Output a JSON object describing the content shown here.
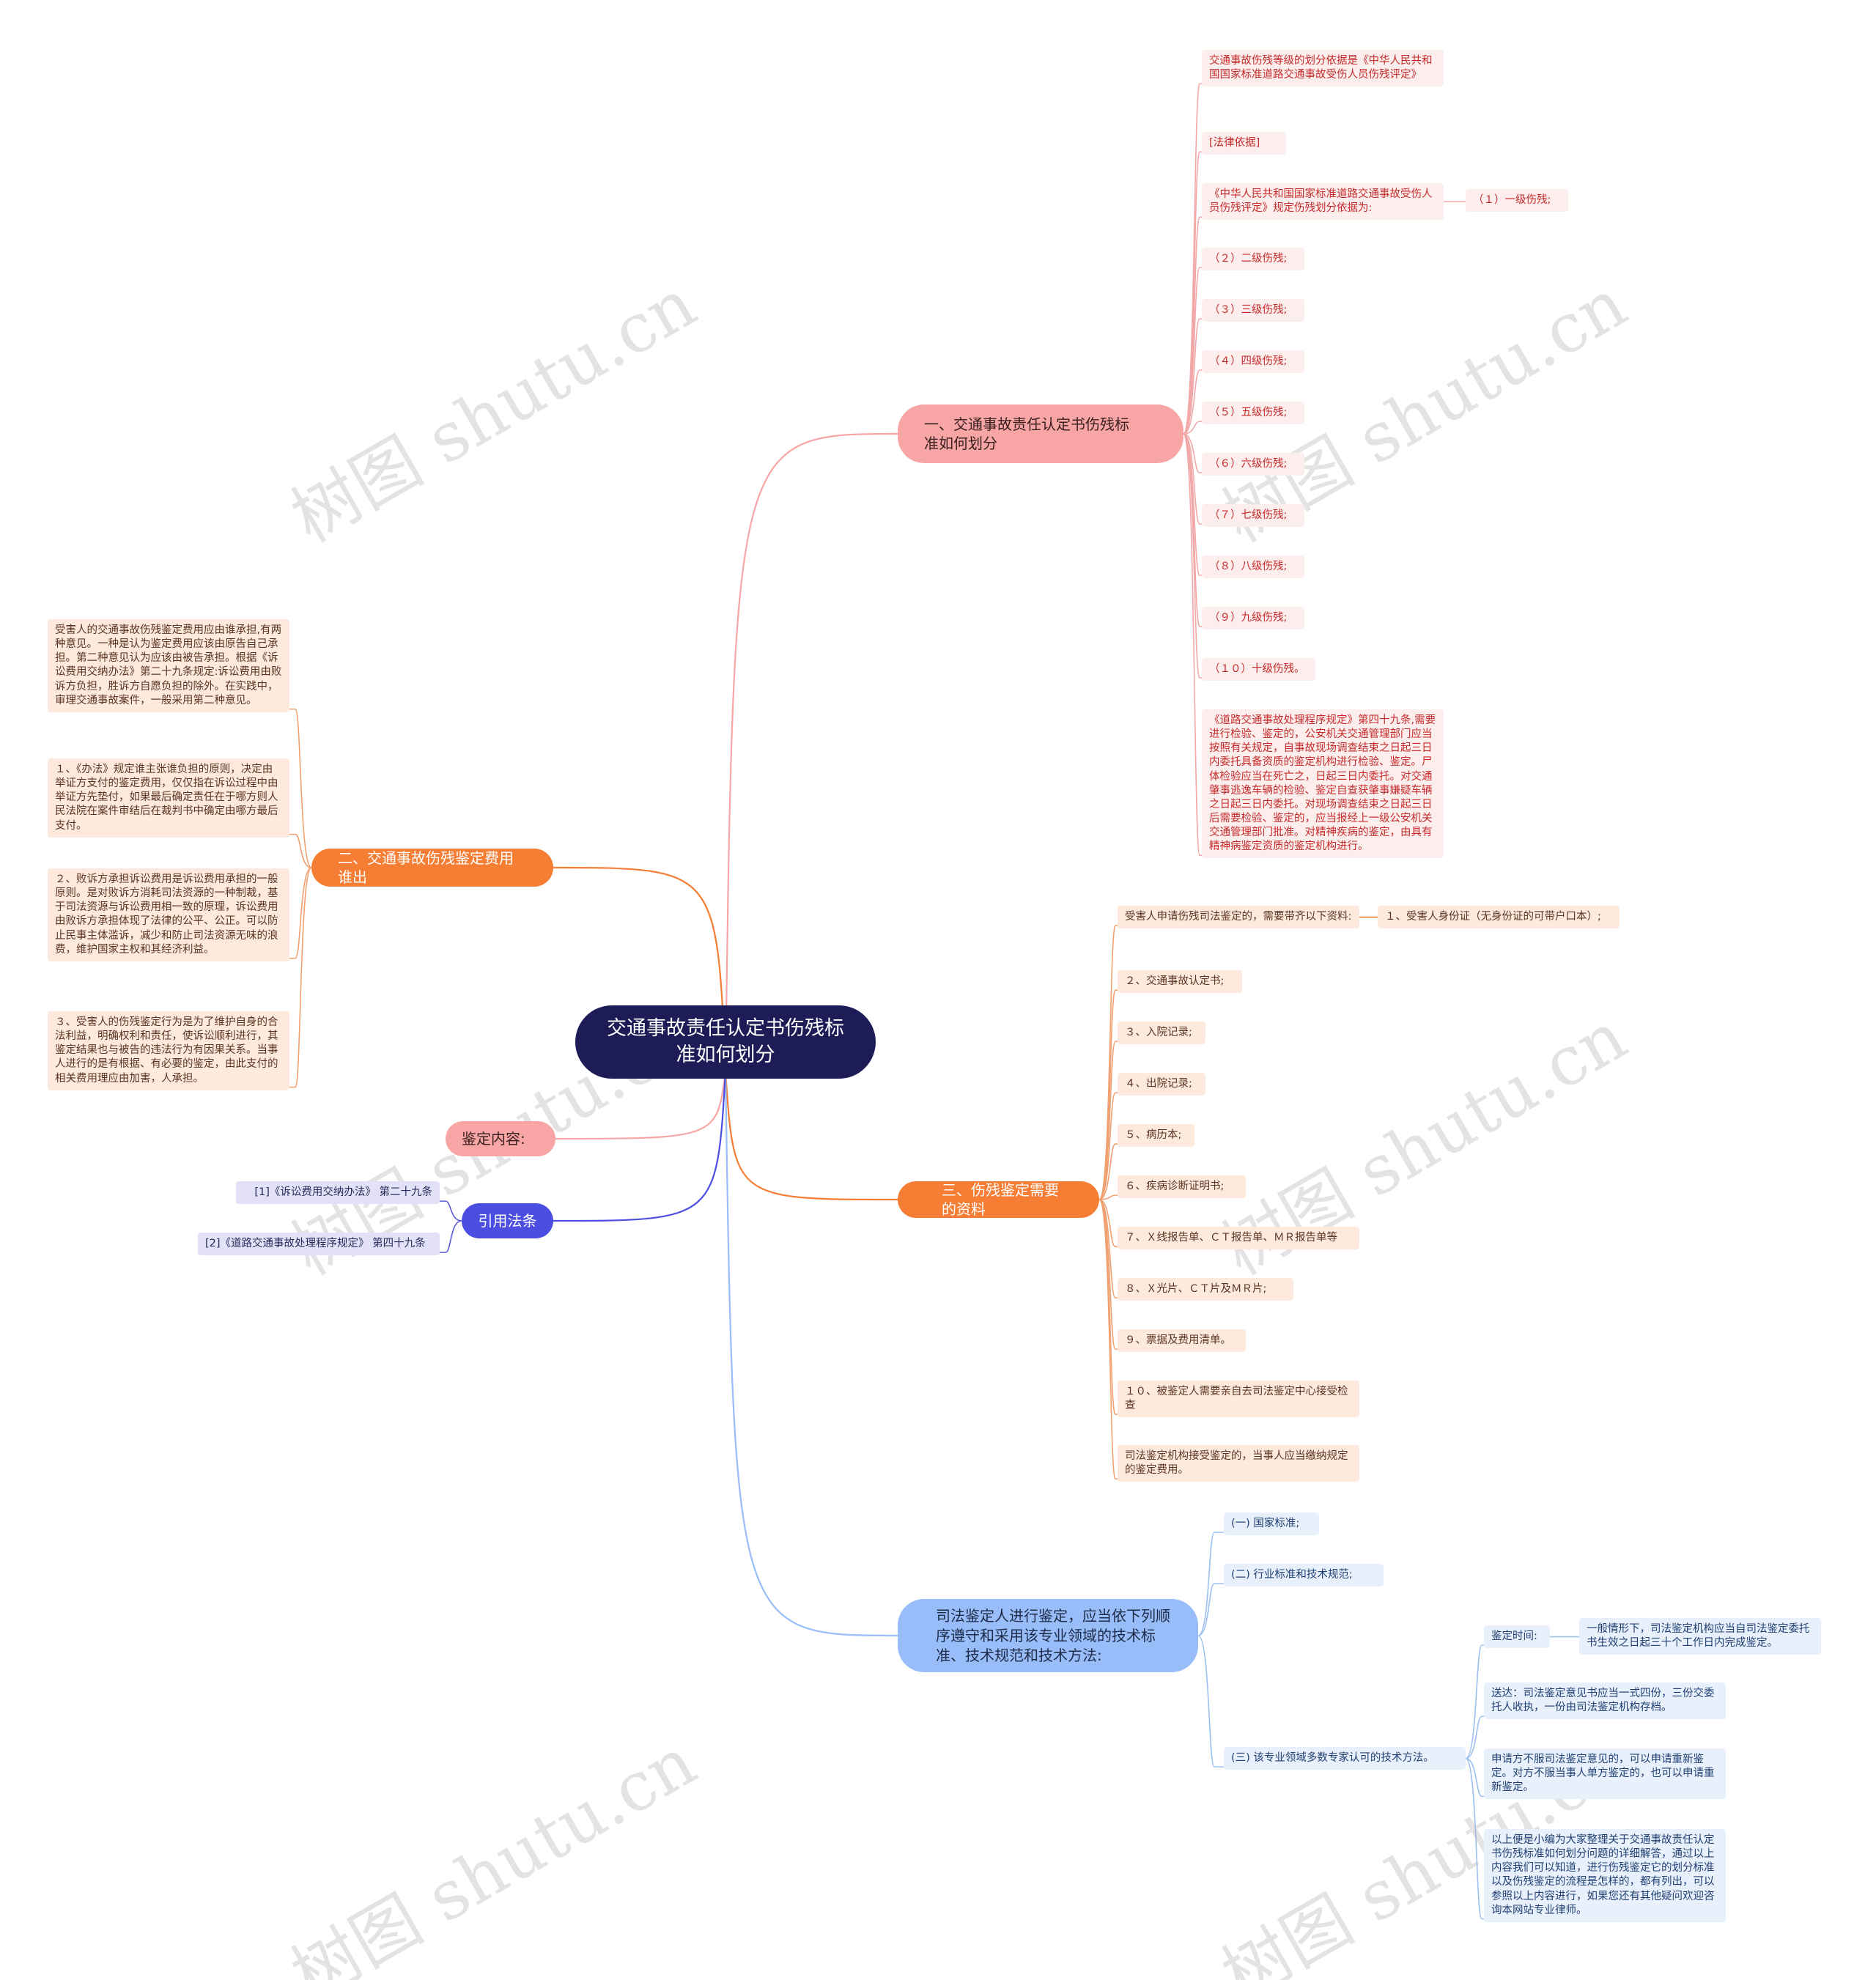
{
  "root": {
    "title": "交通事故责任认定书伤残标准如何划分"
  },
  "branches": {
    "b1": "一、交通事故责任认定书伤残标准如何划分",
    "b2": "二、交通事故伤残鉴定费用谁出",
    "b3": "鉴定内容:",
    "b4": "引用法条",
    "b5": "三、伤残鉴定需要的资料",
    "b6": "司法鉴定人进行鉴定，应当依下列顺序遵守和采用该专业领域的技术标准、技术规范和技术方法:"
  },
  "b1_items": [
    "交通事故伤残等级的划分依据是《中华人民共和国国家标准道路交通事故受伤人员伤残评定》",
    "[法律依据]",
    "《中华人民共和国国家标准道路交通事故受伤人员伤残评定》规定伤残划分依据为:",
    "（２）二级伤残;",
    "（３）三级伤残;",
    "（４）四级伤残;",
    "（５）五级伤残;",
    "（６）六级伤残;",
    "（７）七级伤残;",
    "（８）八级伤残;",
    "（９）九级伤残;",
    "（１０）十级伤残。",
    "《道路交通事故处理程序规定》第四十九条,需要进行检验、鉴定的，公安机关交通管理部门应当按照有关规定，自事故现场调查结束之日起三日内委托具备资质的鉴定机构进行检验、鉴定。尸体检验应当在死亡之，日起三日内委托。对交通肇事逃逸车辆的检验、鉴定自查获肇事嫌疑车辆之日起三日内委托。对现场调查结束之日起三日后需要检验、鉴定的，应当报经上一级公安机关交通管理部门批准。对精神疾病的鉴定，由具有精神病鉴定资质的鉴定机构进行。"
  ],
  "b1_sub": "（１）一级伤残;",
  "b2_items": [
    "受害人的交通事故伤残鉴定费用应由谁承担,有两种意见。一种是认为鉴定费用应该由原告自己承担。第二种意见认为应该由被告承担。根据《诉讼费用交纳办法》第二十九条规定:诉讼费用由败诉方负担，胜诉方自愿负担的除外。在实践中，审理交通事故案件，一般采用第二种意见。",
    "１、《办法》规定谁主张谁负担的原则，决定由举证方支付的鉴定费用，仅仅指在诉讼过程中由举证方先垫付，如果最后确定责任在于哪方则人民法院在案件审结后在裁判书中确定由哪方最后支付。",
    "２、败诉方承担诉讼费用是诉讼费用承担的一般原则。是对败诉方消耗司法资源的一种制裁，基于司法资源与诉讼费用相一致的原理，诉讼费用由败诉方承担体现了法律的公平、公正。可以防止民事主体滥诉，减少和防止司法资源无味的浪费，维护国家主权和其经济利益。",
    "３、受害人的伤残鉴定行为是为了维护自身的合法利益，明确权利和责任，使诉讼顺利进行，其鉴定结果也与被告的违法行为有因果关系。当事人进行的是有根据、有必要的鉴定，由此支付的相关费用理应由加害，人承担。"
  ],
  "b4_items": [
    "[1]《诉讼费用交纳办法》 第二十九条",
    "[2]《道路交通事故处理程序规定》 第四十九条"
  ],
  "b5_items": [
    "受害人申请伤残司法鉴定的，需要带齐以下资料:",
    "２、交通事故认定书;",
    "３、入院记录;",
    "４、出院记录;",
    "５、病历本;",
    "６、疾病诊断证明书;",
    "７、Ｘ线报告单、ＣＴ报告单、ＭＲ报告单等",
    "８、Ｘ光片、ＣＴ片及ＭＲ片;",
    "９、票据及费用清单。",
    "１０、被鉴定人需要亲自去司法鉴定中心接受检查",
    "司法鉴定机构接受鉴定的，当事人应当缴纳规定的鉴定费用。"
  ],
  "b5_sub": "１、受害人身份证（无身份证的可带户口本）;",
  "b6_items": [
    "(一) 国家标准;",
    "(二) 行业标准和技术规范;",
    "(三) 该专业领域多数专家认可的技术方法。"
  ],
  "b6_sub": [
    "鉴定时间:",
    "送达：司法鉴定意见书应当一式四份，三份交委托人收执，一份由司法鉴定机构存档。",
    "申请方不服司法鉴定意见的，可以申请重新鉴定。对方不服当事人单方鉴定的，也可以申请重新鉴定。",
    "以上便是小编为大家整理关于交通事故责任认定书伤残标准如何划分问题的详细解答，通过以上内容我们可以知道，进行伤残鉴定它的划分标准以及伤残鉴定的流程是怎样的，都有列出，可以参照以上内容进行，如果您还有其他疑问欢迎咨询本网站专业律师。"
  ],
  "b6_subsub": "一般情形下，司法鉴定机构应当自司法鉴定委托书生效之日起三十个工作日内完成鉴定。",
  "watermark": "树图 shutu.cn",
  "colors": {
    "root": "#1e1c57",
    "pink": "#f7a5a5",
    "orange": "#f57d34",
    "blue": "#4b4ee0",
    "light_blue": "#98bdf8"
  }
}
